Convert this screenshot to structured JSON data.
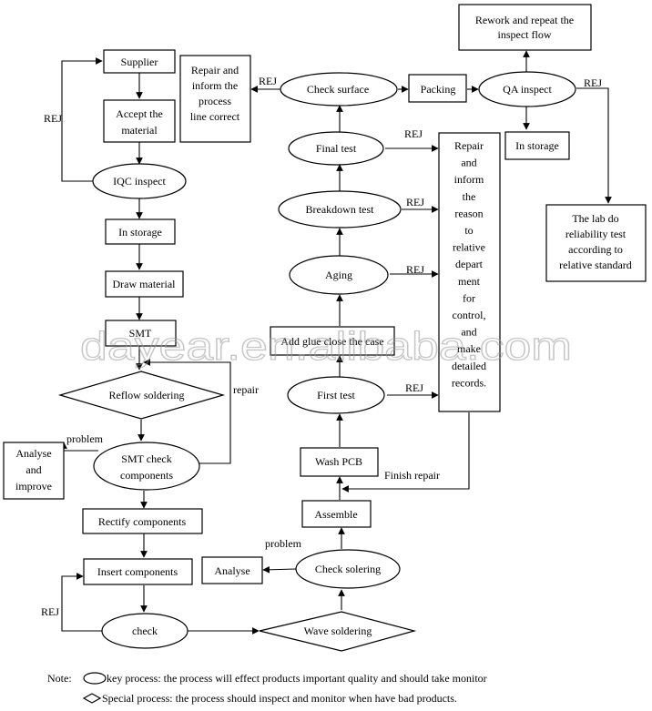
{
  "nodes": {
    "rework": [
      "Rework and repeat the",
      "inspect flow"
    ],
    "supplier": [
      "Supplier"
    ],
    "repair_inform": [
      "Repair and",
      "inform the",
      "process",
      "line correct"
    ],
    "check_surface": [
      "Check surface"
    ],
    "packing": [
      "Packing"
    ],
    "qa_inspect": [
      "QA inspect"
    ],
    "accept_material": [
      "Accept the",
      "material"
    ],
    "final_test": [
      "Final test"
    ],
    "in_storage_right": [
      "In storage"
    ],
    "repair_records": [
      "Repair",
      "and",
      "inform",
      "the",
      "reason",
      "to",
      "relative",
      "depart",
      "ment",
      "for",
      "control,",
      "and",
      "make",
      "detailed",
      "records."
    ],
    "iqc_inspect": [
      "IQC inspect"
    ],
    "breakdown_test": [
      "Breakdown test"
    ],
    "lab_test": [
      "The lab do",
      "reliability test",
      "according to",
      "relative standard"
    ],
    "in_storage_left": [
      "In storage"
    ],
    "aging": [
      "Aging"
    ],
    "draw_material": [
      "Draw material"
    ],
    "smt": [
      "SMT"
    ],
    "add_glue": [
      "Add glue close the case"
    ],
    "reflow": [
      "Reflow soldering"
    ],
    "first_test": [
      "First test"
    ],
    "analyse_improve": [
      "Analyse",
      "and",
      "improve"
    ],
    "smt_check": [
      "SMT check",
      "components"
    ],
    "wash_pcb": [
      "Wash PCB"
    ],
    "rectify": [
      "Rectify components"
    ],
    "assemble": [
      "Assemble"
    ],
    "insert": [
      "Insert components"
    ],
    "analyse": [
      "Analyse"
    ],
    "check_solering": [
      "Check solering"
    ],
    "check": [
      "check"
    ],
    "wave": [
      "Wave soldering"
    ]
  },
  "edge_labels": {
    "rej_1": "REJ",
    "rej_2": "REJ",
    "rej_3": "REJ",
    "rej_4": "REJ",
    "rej_5": "REJ",
    "rej_6": "REJ",
    "rej_7": "REJ",
    "rej_8": "REJ",
    "repair": "repair",
    "problem_1": "problem",
    "finish_repair": "Finish repair",
    "problem_2": "problem"
  },
  "legend": {
    "note_label": "Note:",
    "key_process": "key process: the process will effect products important quality and should take monitor",
    "special_process": "Special process: the process should inspect and monitor when have bad products."
  },
  "watermark": "dayear.en.alibaba.com"
}
